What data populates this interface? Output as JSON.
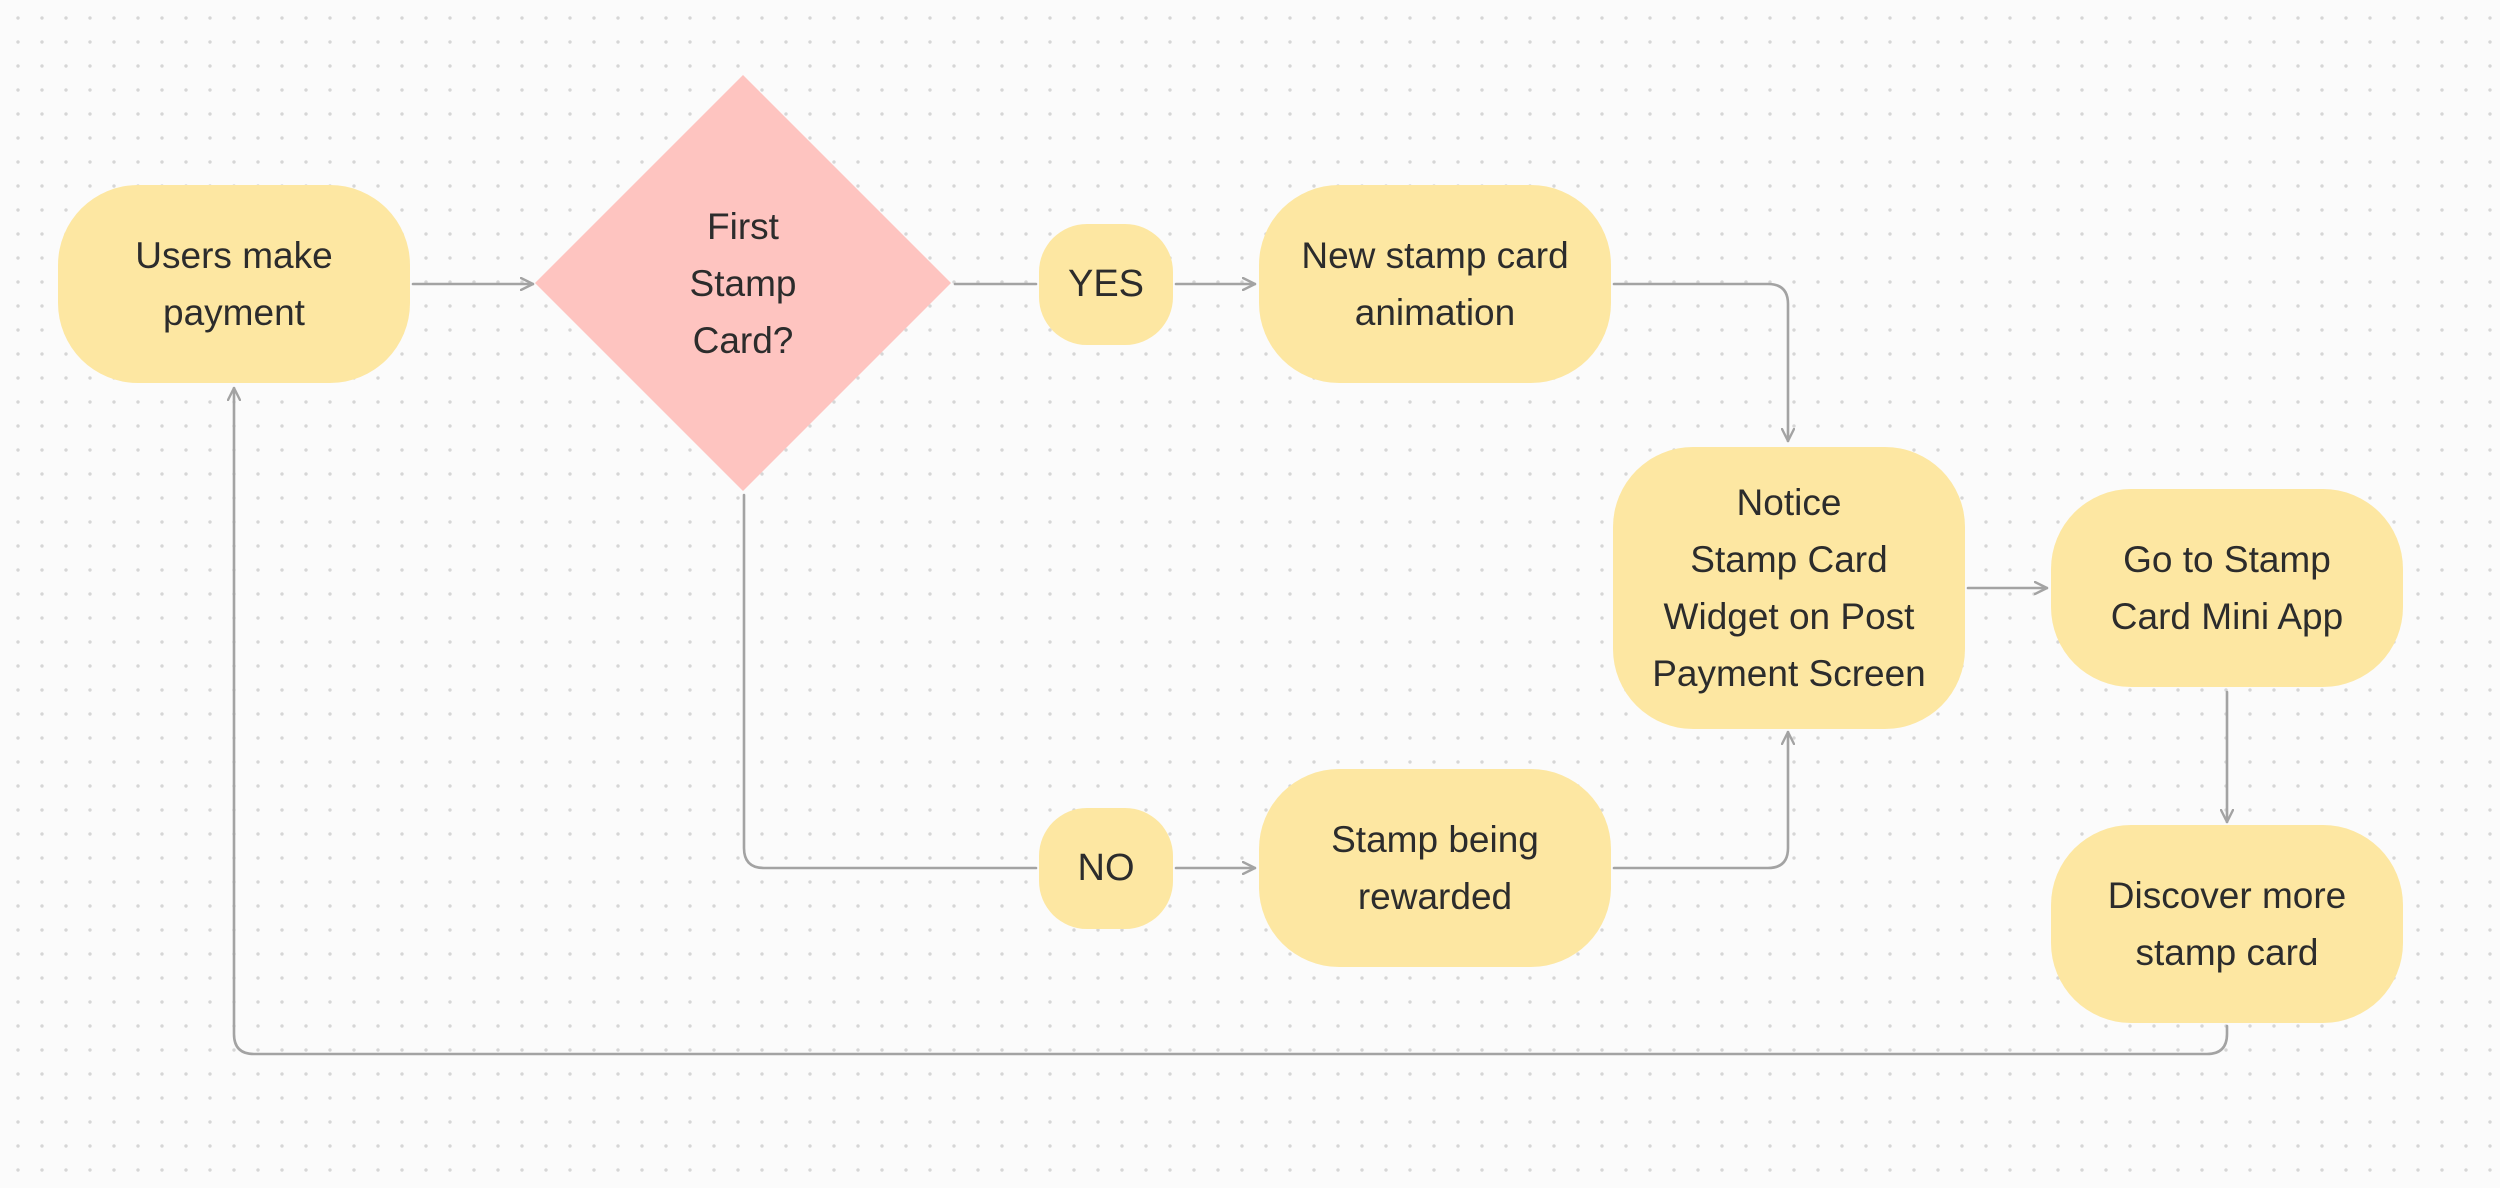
{
  "colors": {
    "process_fill": "#fde7a2",
    "decision_fill": "#fec4c0",
    "connector": "#a3a3a3",
    "text": "#2c2c2c",
    "canvas_dot": "#d6d6d6"
  },
  "nodes": {
    "users_make_payment": "Users make\npayment",
    "first_stamp_card": "First\nStamp\nCard?",
    "yes": "YES",
    "no": "NO",
    "new_stamp_card_animation": "New stamp card\nanimation",
    "stamp_being_rewarded": "Stamp being\nrewarded",
    "notice_widget": "Notice\nStamp Card\nWidget on Post\nPayment Screen",
    "go_to_mini_app": "Go to Stamp\nCard Mini App",
    "discover_more": "Discover more\nstamp card"
  }
}
